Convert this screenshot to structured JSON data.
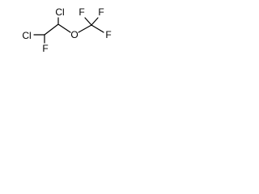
{
  "molecule": {
    "atoms": {
      "cl_top": "Cl",
      "cl_left": "Cl",
      "f_lower": "F",
      "o_ether": "O",
      "f_top_left": "F",
      "f_top_right": "F",
      "f_right": "F"
    }
  }
}
